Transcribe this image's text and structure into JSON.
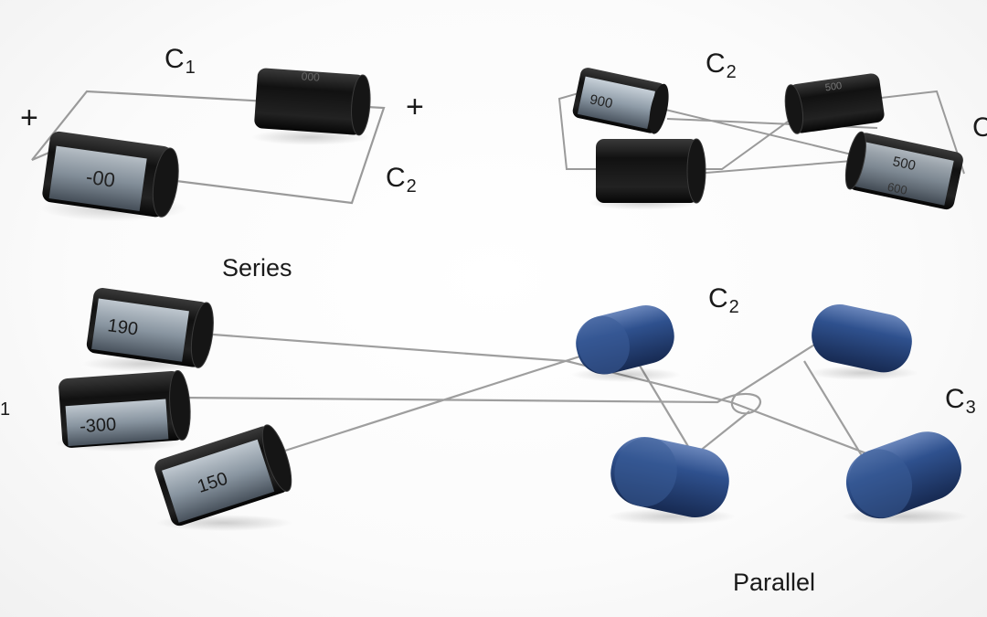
{
  "labels": {
    "series_c1": {
      "base": "C",
      "sub": "1"
    },
    "series_c2": {
      "base": "C",
      "sub": "2"
    },
    "series_plus_left": "+",
    "series_plus_right": "+",
    "series_caption": "Series",
    "topright_c2": {
      "base": "C",
      "sub": "2"
    },
    "topright_c_partial": "C",
    "parallel_c2": {
      "base": "C",
      "sub": "2"
    },
    "parallel_c3": {
      "base": "C",
      "sub": "3"
    },
    "left_partial": "1",
    "parallel_caption": "Parallel"
  },
  "capacitor_markings": {
    "top_left_large": "-00",
    "top_left_small": "000",
    "top_right_a": "900",
    "top_right_b": "500",
    "top_right_c": "500",
    "top_right_d": "600",
    "bottom_a": "190",
    "bottom_b": "-300",
    "bottom_c": "150"
  },
  "colors": {
    "electrolytic_body": "#1b1b1b",
    "sleeve_band": "#8c9aa6",
    "film_cap_body": "#2c4d86",
    "wire": "#9a9a9a"
  }
}
